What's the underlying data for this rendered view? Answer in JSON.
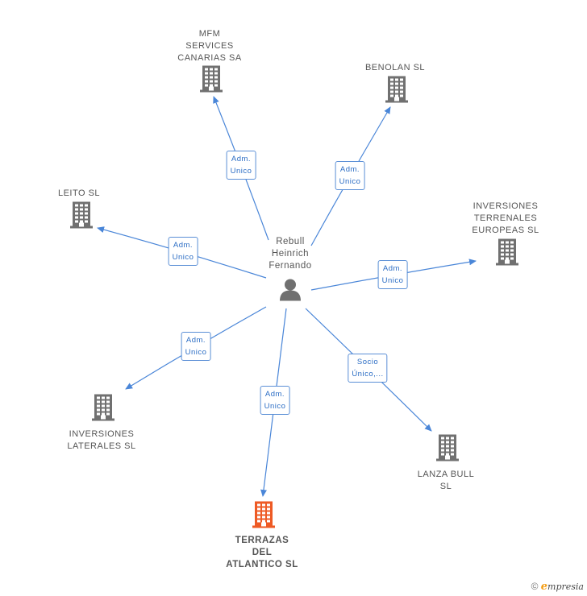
{
  "center": {
    "label_lines": [
      "Rebull",
      "Heinrich",
      "Fernando"
    ],
    "icon": "person-icon"
  },
  "companies": [
    {
      "id": "mfm",
      "label_lines": [
        "MFM",
        "SERVICES",
        "CANARIAS SA"
      ],
      "focus": false
    },
    {
      "id": "benolan",
      "label_lines": [
        "BENOLAN SL"
      ],
      "focus": false
    },
    {
      "id": "leito",
      "label_lines": [
        "LEITO  SL"
      ],
      "focus": false
    },
    {
      "id": "inversiones-terrenales",
      "label_lines": [
        "INVERSIONES",
        "TERRENALES",
        "EUROPEAS  SL"
      ],
      "focus": false
    },
    {
      "id": "inversiones-laterales",
      "label_lines": [
        "INVERSIONES",
        "LATERALES  SL"
      ],
      "focus": false
    },
    {
      "id": "terrazas",
      "label_lines": [
        "TERRAZAS",
        "DEL",
        "ATLANTICO SL"
      ],
      "focus": true
    },
    {
      "id": "lanza-bull",
      "label_lines": [
        "LANZA BULL",
        "SL"
      ],
      "focus": false
    }
  ],
  "relations": [
    {
      "target": "mfm",
      "label_lines": [
        "Adm.",
        "Unico"
      ]
    },
    {
      "target": "benolan",
      "label_lines": [
        "Adm.",
        "Unico"
      ]
    },
    {
      "target": "leito",
      "label_lines": [
        "Adm.",
        "Unico"
      ]
    },
    {
      "target": "inversiones-terrenales",
      "label_lines": [
        "Adm.",
        "Unico"
      ]
    },
    {
      "target": "inversiones-laterales",
      "label_lines": [
        "Adm.",
        "Unico"
      ]
    },
    {
      "target": "terrazas",
      "label_lines": [
        "Adm.",
        "Unico"
      ]
    },
    {
      "target": "lanza-bull",
      "label_lines": [
        "Socio",
        "Único,..."
      ]
    }
  ],
  "colors": {
    "edge": "#4a86d8",
    "building": "#707070",
    "building_focus": "#ee5a24",
    "person": "#707070"
  },
  "watermark": {
    "symbol": "©",
    "brand_initial": "e",
    "brand_rest": "mpresia"
  }
}
